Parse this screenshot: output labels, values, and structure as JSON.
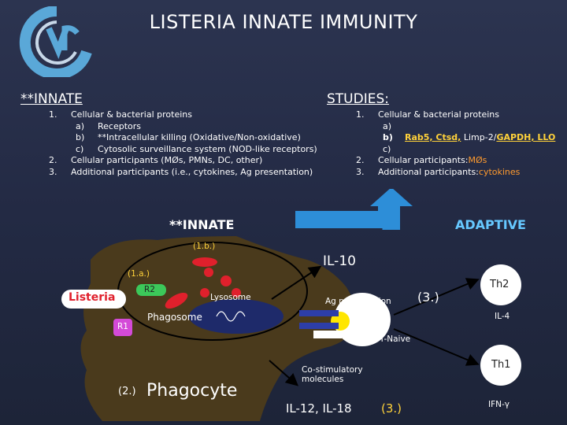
{
  "title": "LISTERIA INNATE IMMUNITY",
  "left_header": "**INNATE",
  "right_header": "STUDIES:",
  "left_list": {
    "items": [
      {
        "num": "1.",
        "text": "Cellular & bacterial proteins"
      },
      {
        "num": "2.",
        "text": "Cellular participants (MØs, PMNs, DC, other)"
      },
      {
        "num": "3.",
        "text": "Additional participants (i.e., cytokines, Ag presentation)"
      }
    ],
    "subitems": [
      {
        "letter": "a)",
        "text": "Receptors"
      },
      {
        "letter": "b)",
        "text": "**Intracellular killing (Oxidative/Non-oxidative)"
      },
      {
        "letter": "c)",
        "text": "Cytosolic surveillance system (NOD-like receptors)"
      }
    ]
  },
  "right_list": {
    "item1_num": "1.",
    "item1_text": "Cellular & bacterial proteins",
    "sub_a": "a)",
    "sub_b": "b)",
    "sub_b_highlight": "Rab5, Ctsd,",
    "sub_b_mid": " Limp-2/",
    "sub_b_highlight2": "GAPDH, LLO",
    "sub_c": "c)",
    "item2_num": "2.",
    "item2_label": "Cellular participants:",
    "item2_value": " MØs",
    "item3_num": "3.",
    "item3_label": "Additional participants:",
    "item3_value": " cytokines"
  },
  "diagram": {
    "innate_label": "**INNATE",
    "adaptive_label": "ADAPTIVE",
    "label_1b": "(1.b.)",
    "label_1a": "(1.a.)",
    "receptor_r2": "R2",
    "receptor_r1": "R1",
    "listeria": "Listeria",
    "lysosome": "Lysosome",
    "phagosome": "Phagosome",
    "phagocyte_num": "(2.)",
    "phagocyte": "Phagocyte",
    "il10": "IL-10",
    "ag_presentation": "Ag presentation",
    "label_3_upper": "(3.)",
    "th2": "Th2",
    "il4": "IL-4",
    "t_naive": "T-Naive",
    "costim": "Co-stimulatory molecules",
    "th1": "Th1",
    "il12_il18": "IL-12, IL-18",
    "label_3_lower": "(3.)",
    "ifn": "IFN-γ"
  },
  "colors": {
    "background": "#262d47",
    "cell": "#4a3a1c",
    "arrow": "#2d8ed8",
    "orange": "#ff9b2e",
    "yellow": "#ffd23a",
    "adaptive": "#66c8ff",
    "lysosome": "#e0202c",
    "r2": "#3cc85a",
    "r1": "#d44ad8"
  }
}
